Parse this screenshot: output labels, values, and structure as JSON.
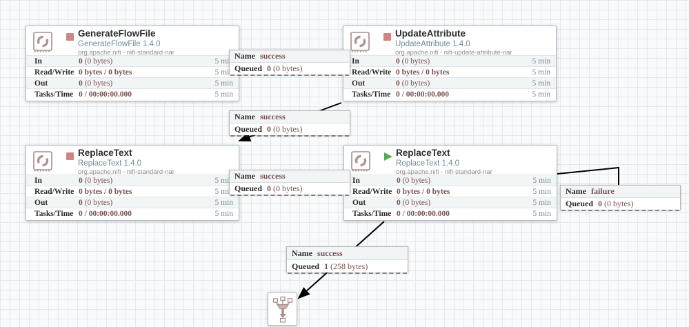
{
  "app": "Apache NiFi flow canvas",
  "colors": {
    "stopped_status": "#cf8585",
    "running_status": "#57ab57",
    "stat_value_text": "#775351",
    "muted_blue_text": "#728e9b",
    "icon_rose": "#a88b8b"
  },
  "processors": [
    {
      "title": "GenerateFlowFile",
      "type": "GenerateFlowFile 1.4.0",
      "bundle": "org.apache.nifi - nifi-standard-nar",
      "state": "stopped",
      "rows": [
        {
          "label": "In",
          "bold": "0",
          "rest": " (0 bytes)",
          "window": "5 min"
        },
        {
          "label": "Read/Write",
          "bold": "0 bytes / 0 bytes",
          "rest": "",
          "window": "5 min"
        },
        {
          "label": "Out",
          "bold": "0",
          "rest": " (0 bytes)",
          "window": "5 min"
        },
        {
          "label": "Tasks/Time",
          "bold": "0 / 00:00:00.000",
          "rest": "",
          "window": "5 min"
        }
      ]
    },
    {
      "title": "UpdateAttribute",
      "type": "UpdateAttribute 1.4.0",
      "bundle": "org.apache.nifi - nifi-update-attribute-nar",
      "state": "stopped",
      "rows": [
        {
          "label": "In",
          "bold": "0",
          "rest": " (0 bytes)",
          "window": "5 min"
        },
        {
          "label": "Read/Write",
          "bold": "0 bytes / 0 bytes",
          "rest": "",
          "window": "5 min"
        },
        {
          "label": "Out",
          "bold": "0",
          "rest": " (0 bytes)",
          "window": "5 min"
        },
        {
          "label": "Tasks/Time",
          "bold": "0 / 00:00:00.000",
          "rest": "",
          "window": "5 min"
        }
      ]
    },
    {
      "title": "ReplaceText",
      "type": "ReplaceText 1.4.0",
      "bundle": "org.apache.nifi - nifi-standard-nar",
      "state": "stopped",
      "rows": [
        {
          "label": "In",
          "bold": "0",
          "rest": " (0 bytes)",
          "window": "5 min"
        },
        {
          "label": "Read/Write",
          "bold": "0 bytes / 0 bytes",
          "rest": "",
          "window": "5 min"
        },
        {
          "label": "Out",
          "bold": "0",
          "rest": " (0 bytes)",
          "window": "5 min"
        },
        {
          "label": "Tasks/Time",
          "bold": "0 / 00:00:00.000",
          "rest": "",
          "window": "5 min"
        }
      ]
    },
    {
      "title": "ReplaceText",
      "type": "ReplaceText 1.4.0",
      "bundle": "org.apache.nifi - nifi-standard-nar",
      "state": "running",
      "rows": [
        {
          "label": "In",
          "bold": "0",
          "rest": " (0 bytes)",
          "window": "5 min"
        },
        {
          "label": "Read/Write",
          "bold": "0 bytes / 0 bytes",
          "rest": "",
          "window": "5 min"
        },
        {
          "label": "Out",
          "bold": "0",
          "rest": " (0 bytes)",
          "window": "5 min"
        },
        {
          "label": "Tasks/Time",
          "bold": "0 / 00:00:00.000",
          "rest": "",
          "window": "5 min"
        }
      ]
    }
  ],
  "connections": [
    {
      "name_label": "Name",
      "name": "success",
      "queued_label": "Queued",
      "count": "0",
      "size": "(0 bytes)"
    },
    {
      "name_label": "Name",
      "name": "success",
      "queued_label": "Queued",
      "count": "0",
      "size": "(0 bytes)"
    },
    {
      "name_label": "Name",
      "name": "success",
      "queued_label": "Queued",
      "count": "0",
      "size": "(0 bytes)"
    },
    {
      "name_label": "Name",
      "name": "failure",
      "queued_label": "Queued",
      "count": "0",
      "size": "(0 bytes)"
    },
    {
      "name_label": "Name",
      "name": "success",
      "queued_label": "Queued",
      "count": "1",
      "size": "(258 bytes)"
    }
  ]
}
